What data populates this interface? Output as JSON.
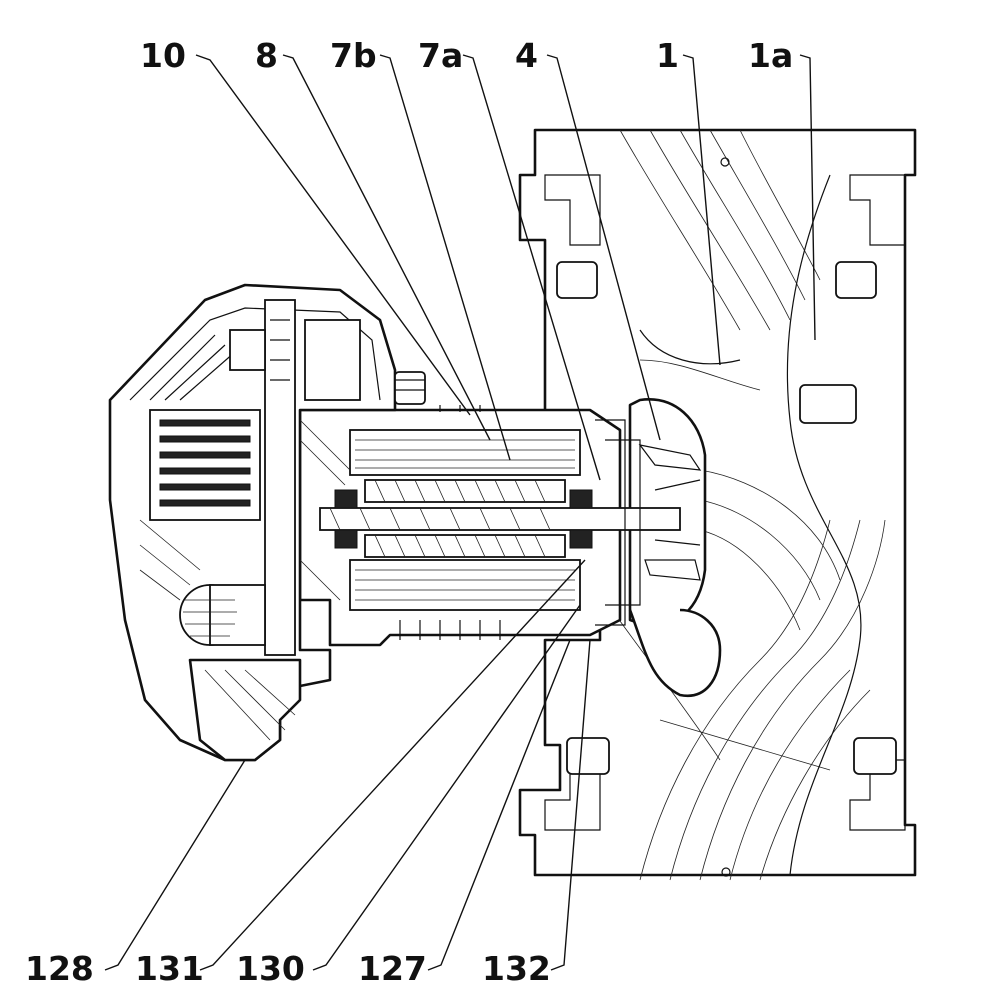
{
  "figure": {
    "reference_numerals_top": [
      "10",
      "8",
      "7b",
      "7a",
      "4",
      "1",
      "1a"
    ],
    "reference_numerals_bottom": [
      "128",
      "131",
      "130",
      "127",
      "132"
    ]
  },
  "colors": {
    "line": "#111111",
    "background": "#ffffff"
  }
}
